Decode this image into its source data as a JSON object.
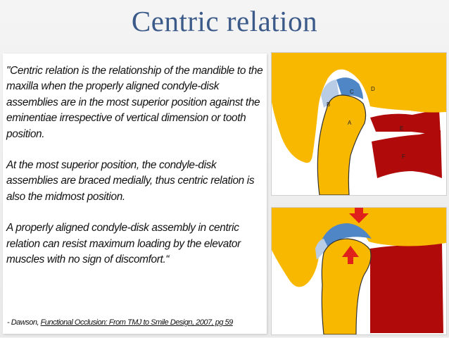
{
  "title": "Centric relation",
  "quote": {
    "p1": "\"Centric relation is the relationship of the mandible to the maxilla when the properly aligned condyle-disk assemblies are in the most superior position against the eminentiae irrespective of vertical dimension or tooth position.",
    "p2": "At the most superior position, the condyle-disk assemblies are braced medially, thus centric relation is also the midmost position.",
    "p3": "A properly aligned condyle-disk assembly in centric relation can resist maximum loading by the elevator muscles with no sign of discomfort.“"
  },
  "citation": {
    "prefix": "- Dawson, ",
    "book": "Functional Occlusion: From TMJ to Smile Design",
    "suffix": ", 2007, pg 59"
  },
  "figure_labels": [
    "A",
    "B",
    "C",
    "D",
    "E",
    "F"
  ],
  "colors": {
    "bone": "#f9b800",
    "disk": "#4f86c6",
    "disk_light": "#b9cce6",
    "muscle": "#b10a0a",
    "arrow": "#e0201a",
    "title": "#3b5a8a"
  }
}
